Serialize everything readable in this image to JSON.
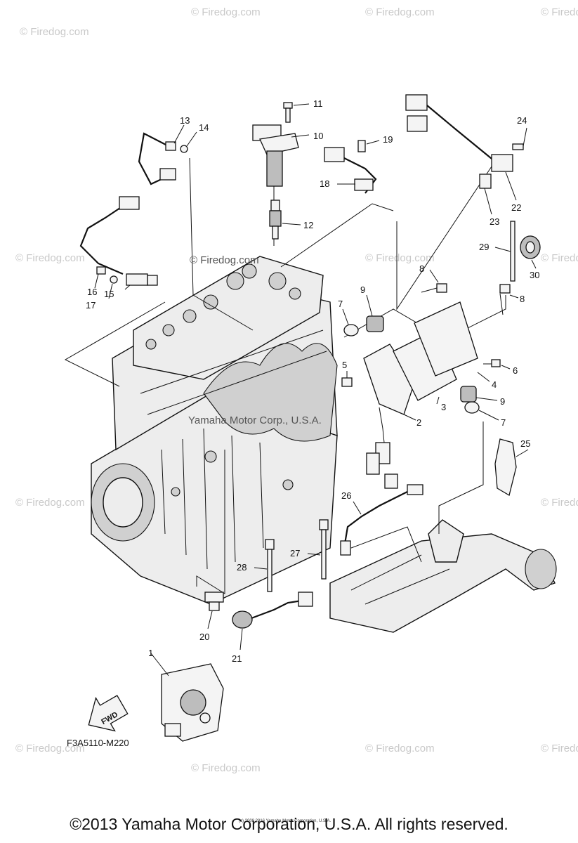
{
  "diagram_code": "F3A5110-M220",
  "fwd_label": "FWD",
  "watermark_text": "© Firedog.com",
  "center_watermark": "© Firedog.com",
  "inner_watermark": "Yamaha Motor Corp., U.S.A.",
  "tiny_copyright": "(c) 2008 2016 Yamaha Motor Corporation, U.S.A.",
  "copyright": "©2013 Yamaha Motor Corporation, U.S.A. All rights reserved.",
  "callouts": [
    {
      "id": "c1",
      "text": "1"
    },
    {
      "id": "c2",
      "text": "2"
    },
    {
      "id": "c3",
      "text": "3"
    },
    {
      "id": "c4",
      "text": "4"
    },
    {
      "id": "c5",
      "text": "5"
    },
    {
      "id": "c6",
      "text": "6"
    },
    {
      "id": "c7a",
      "text": "7"
    },
    {
      "id": "c7b",
      "text": "7"
    },
    {
      "id": "c8a",
      "text": "8"
    },
    {
      "id": "c8b",
      "text": "8"
    },
    {
      "id": "c9a",
      "text": "9"
    },
    {
      "id": "c9b",
      "text": "9"
    },
    {
      "id": "c10",
      "text": "10"
    },
    {
      "id": "c11",
      "text": "11"
    },
    {
      "id": "c12",
      "text": "12"
    },
    {
      "id": "c13",
      "text": "13"
    },
    {
      "id": "c14",
      "text": "14"
    },
    {
      "id": "c15",
      "text": "15"
    },
    {
      "id": "c16",
      "text": "16"
    },
    {
      "id": "c17",
      "text": "17"
    },
    {
      "id": "c18",
      "text": "18"
    },
    {
      "id": "c19",
      "text": "19"
    },
    {
      "id": "c20",
      "text": "20"
    },
    {
      "id": "c21",
      "text": "21"
    },
    {
      "id": "c22",
      "text": "22"
    },
    {
      "id": "c23",
      "text": "23"
    },
    {
      "id": "c24",
      "text": "24"
    },
    {
      "id": "c25",
      "text": "25"
    },
    {
      "id": "c26",
      "text": "26"
    },
    {
      "id": "c27",
      "text": "27"
    },
    {
      "id": "c28",
      "text": "28"
    },
    {
      "id": "c29",
      "text": "29"
    },
    {
      "id": "c30",
      "text": "30"
    }
  ]
}
